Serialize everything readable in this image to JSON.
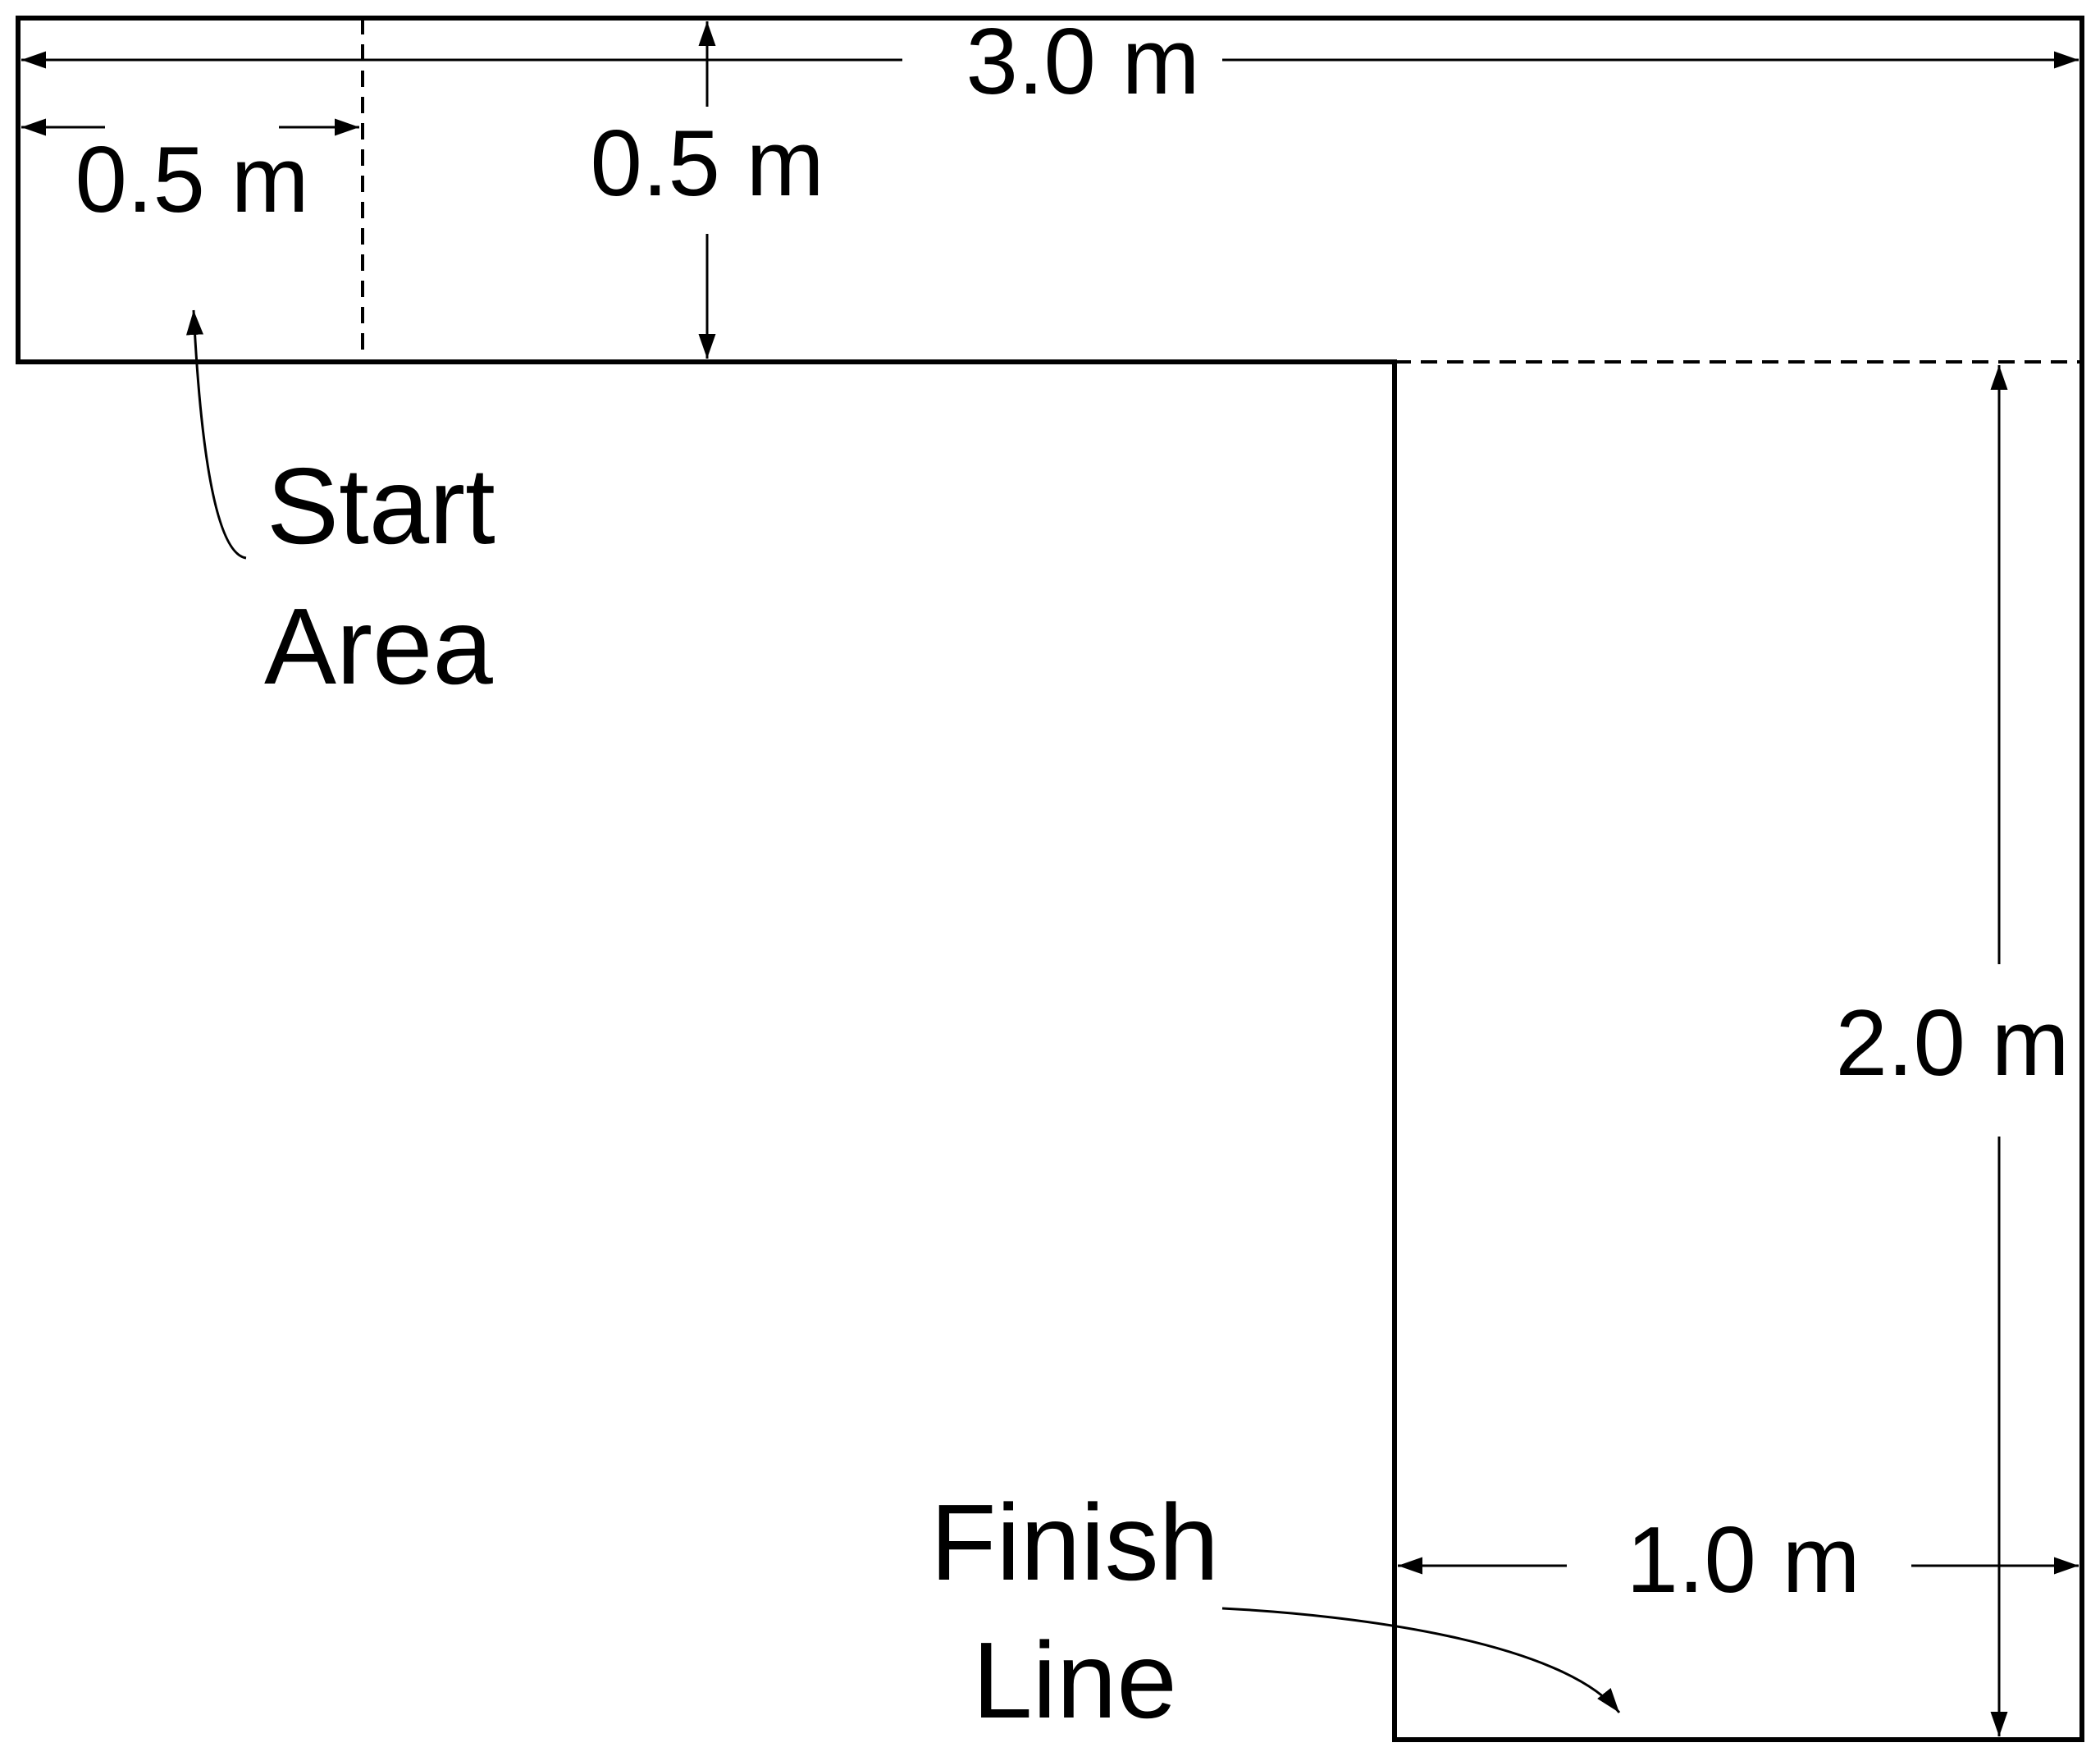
{
  "diagram": {
    "labels": {
      "total_width": "3.0 m",
      "start_width": "0.5 m",
      "top_corridor_height": "0.5 m",
      "right_corridor_height": "2.0 m",
      "finish_width": "1.0 m",
      "start_line1": "Start",
      "start_line2": "Area",
      "finish_line1": "Finish",
      "finish_line2": "Line"
    },
    "colors": {
      "stroke": "#000000",
      "background": "#ffffff"
    }
  }
}
